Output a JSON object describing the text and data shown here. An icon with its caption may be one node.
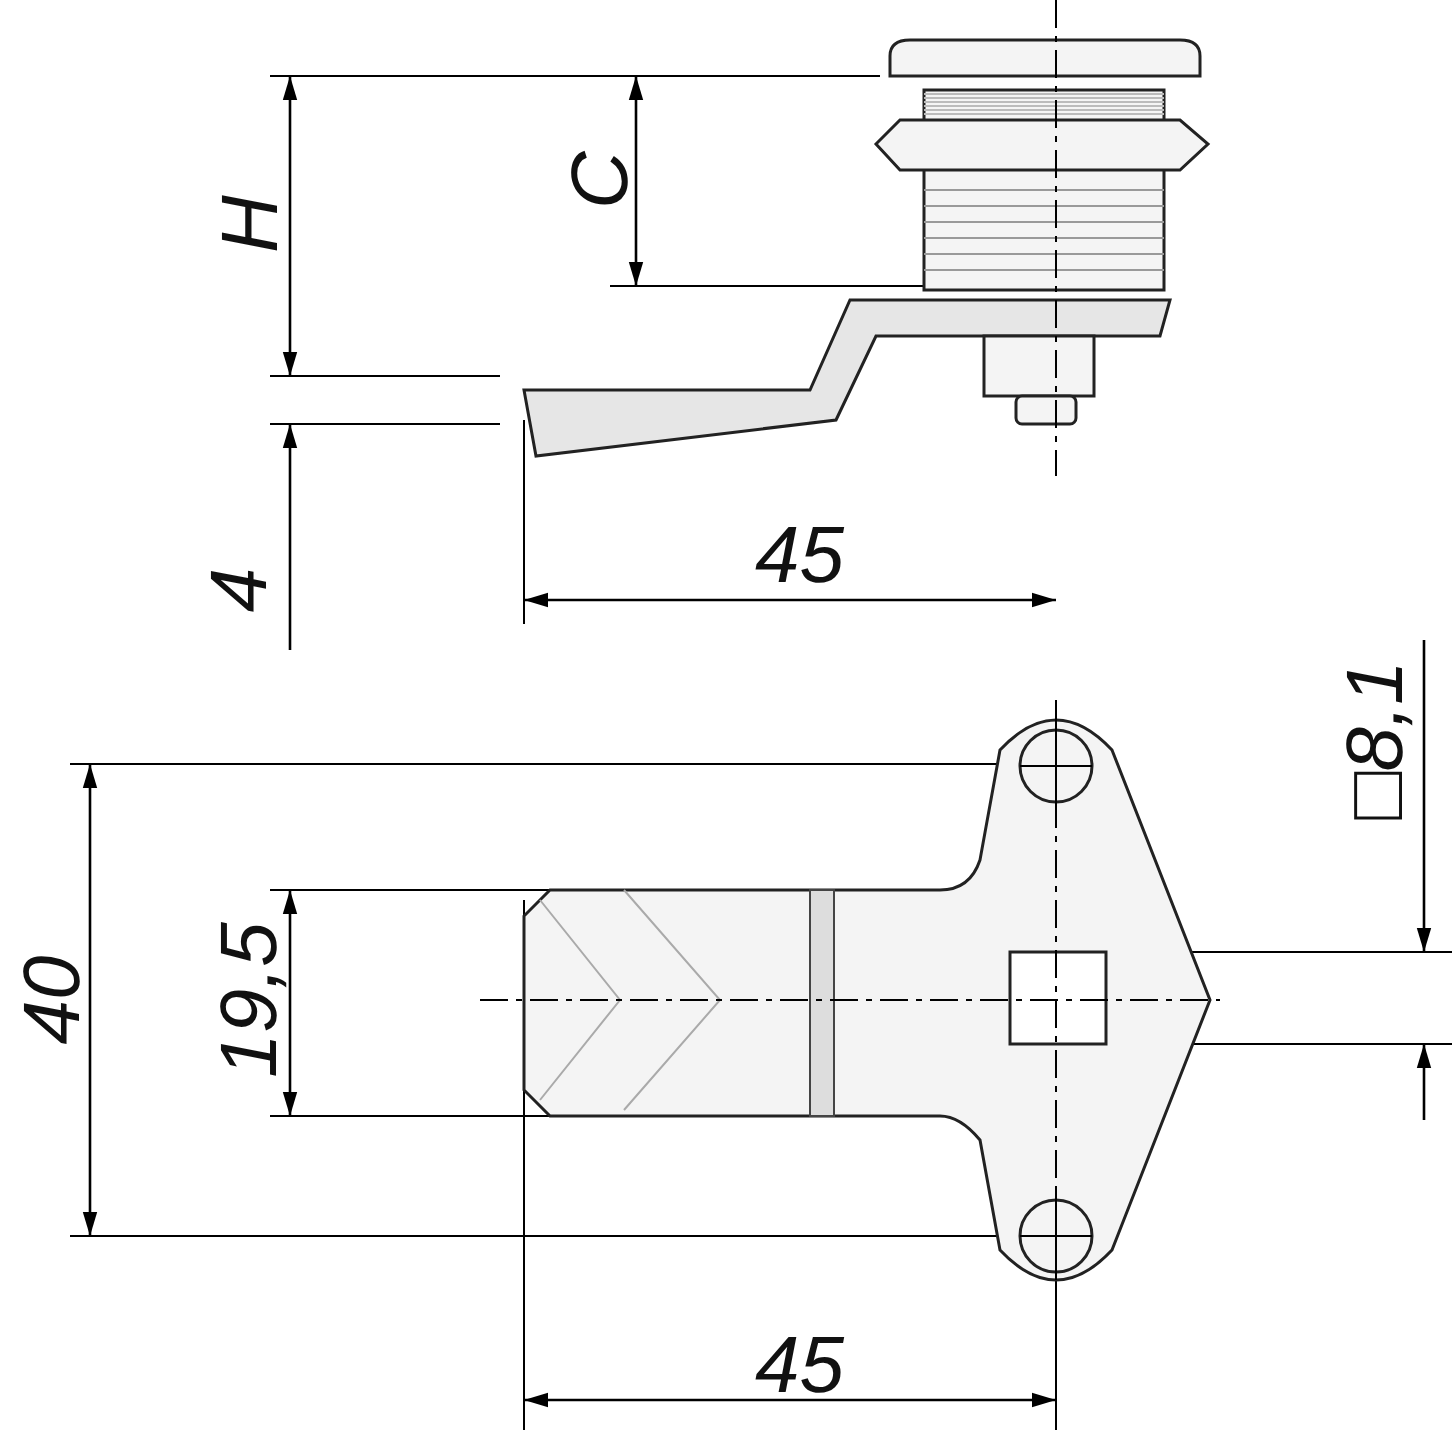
{
  "diagram": {
    "labels": [
      "H",
      "C",
      "4",
      "45",
      "□8,1",
      "40",
      "19,5",
      "45"
    ]
  }
}
